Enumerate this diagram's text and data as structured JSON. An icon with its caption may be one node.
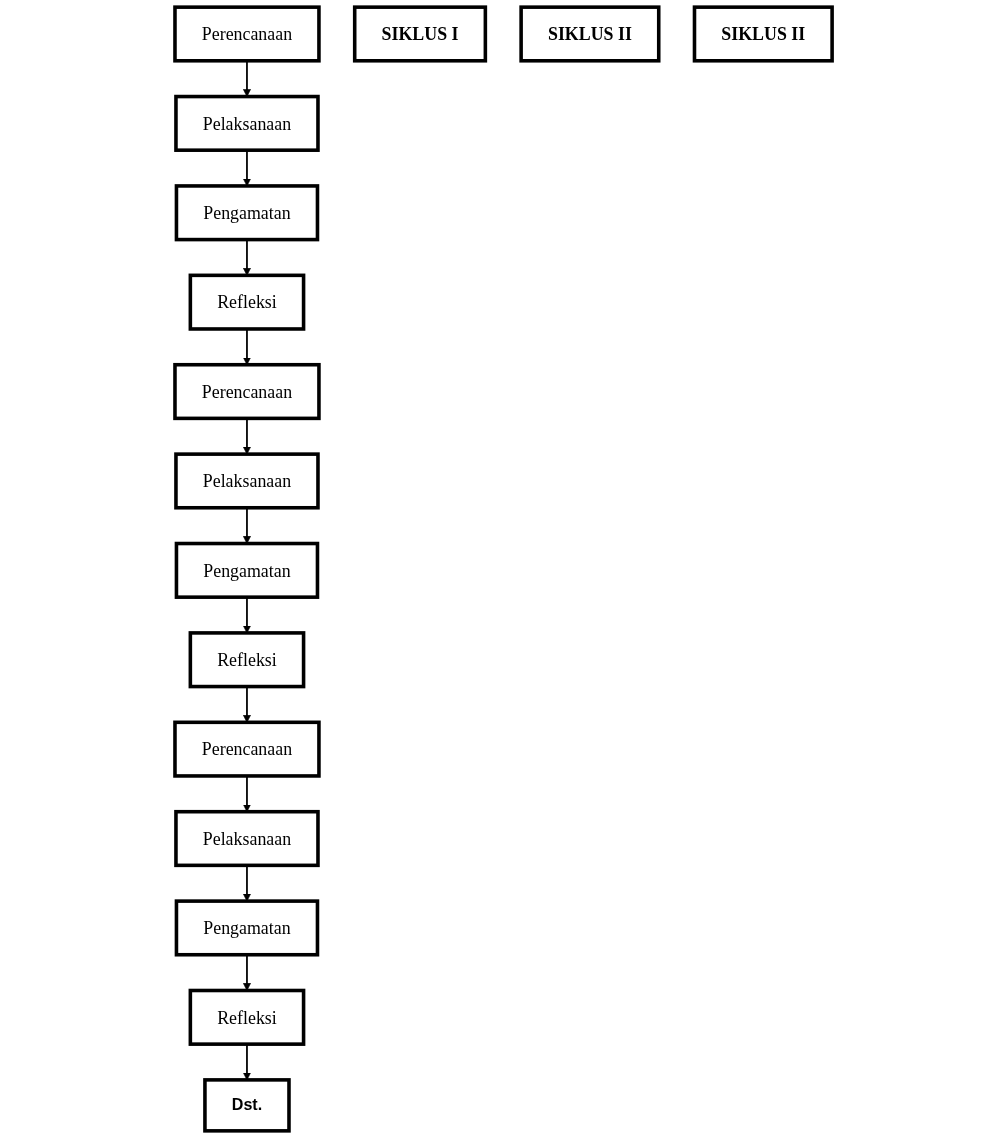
{
  "diagram": {
    "nodes": [
      {
        "text": [
          "Perencanaan"
        ]
      },
      {
        "text": [
          "Refleksi"
        ]
      },
      {
        "text": [
          "SIKLUS I"
        ]
      },
      {
        "text": [
          "Pelaksanaan"
        ]
      },
      {
        "text": [
          "Pengamatan"
        ]
      },
      {
        "text": [
          "Perencanaan"
        ]
      },
      {
        "text": [
          "Refleksi"
        ]
      },
      {
        "text": [
          "SIKLUS II"
        ]
      },
      {
        "text": [
          "Pelaksanaan"
        ]
      },
      {
        "text": [
          "Pengamatan"
        ]
      },
      {
        "text": [
          "Perencanaan"
        ]
      },
      {
        "text": [
          "Refleksi"
        ]
      },
      {
        "text": [
          "SIKLUS II"
        ]
      },
      {
        "text": [
          "Pelaksanaan"
        ]
      },
      {
        "text": [
          "Pengamatan"
        ]
      },
      {
        "text": [
          "Dst."
        ]
      }
    ],
    "edges": [
      {
        "from": 0,
        "to": 3,
        "arrow": "to"
      },
      {
        "from": 3,
        "to": 4,
        "arrow": "to"
      },
      {
        "from": 4,
        "to": 1,
        "arrow": "to"
      },
      {
        "from": 1,
        "to": 5,
        "arrow": "to"
      },
      {
        "from": 5,
        "to": 8,
        "arrow": "to"
      },
      {
        "from": 8,
        "to": 9,
        "arrow": "to"
      },
      {
        "from": 9,
        "to": 6,
        "arrow": "to"
      },
      {
        "from": 6,
        "to": 10,
        "arrow": "to"
      },
      {
        "from": 10,
        "to": 13,
        "arrow": "to"
      },
      {
        "from": 13,
        "to": 14,
        "arrow": "to"
      },
      {
        "from": 14,
        "to": 11,
        "arrow": "to"
      },
      {
        "from": 11,
        "to": 15,
        "arrow": "to"
      }
    ]
  }
}
